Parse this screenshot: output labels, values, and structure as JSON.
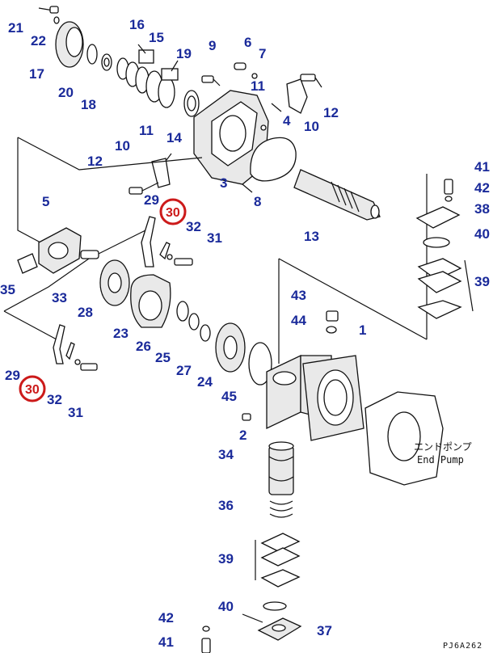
{
  "diagram": {
    "callouts": {
      "c21": "21",
      "c22": "22",
      "c17": "17",
      "c20": "20",
      "c18": "18",
      "c16": "16",
      "c15": "15",
      "c19": "19",
      "c9": "9",
      "c6": "6",
      "c7": "7",
      "c11a": "11",
      "c4": "4",
      "c10a": "10",
      "c12a": "12",
      "c14": "14",
      "c11b": "11",
      "c10b": "10",
      "c12b": "12",
      "c3": "3",
      "c8": "8",
      "c13": "13",
      "c41a": "41",
      "c42a": "42",
      "c38": "38",
      "c40a": "40",
      "c39a": "39",
      "c5": "5",
      "c29a": "29",
      "c32a": "32",
      "c31a": "31",
      "c35": "35",
      "c33": "33",
      "c28": "28",
      "c23": "23",
      "c26": "26",
      "c25": "25",
      "c27": "27",
      "c24": "24",
      "c43": "43",
      "c44": "44",
      "c1": "1",
      "c29b": "29",
      "c32b": "32",
      "c31b": "31",
      "c45": "45",
      "c2": "2",
      "c34": "34",
      "c36": "36",
      "c39b": "39",
      "c40b": "40",
      "c42b": "42",
      "c41b": "41",
      "c37": "37"
    },
    "highlighted": {
      "h30a": "30",
      "h30b": "30"
    },
    "pump_label_jp": "エンドポンプ",
    "pump_label_en": "End Pump",
    "drawing_code": "PJ6A262",
    "colors": {
      "callout": "#1a2a9a",
      "highlight": "#cc1a1a",
      "line": "#111111"
    }
  }
}
